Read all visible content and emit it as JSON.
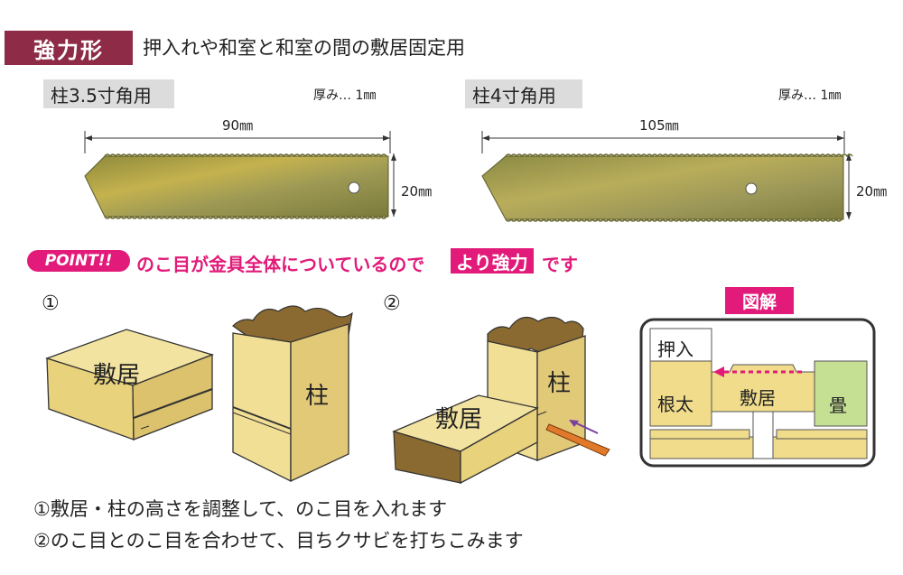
{
  "header": {
    "badge": "強力形",
    "description": "押入れや和室と和室の間の敷居固定用"
  },
  "products": [
    {
      "label": "柱3.5寸角用",
      "thickness": "厚み… 1㎜",
      "width": "90㎜",
      "height": "20㎜"
    },
    {
      "label": "柱4寸角用",
      "thickness": "厚み… 1㎜",
      "width": "105㎜",
      "height": "20㎜"
    }
  ],
  "point": {
    "badge": "POINT!!",
    "text_before": "のこ目が金具全体についているので",
    "emphasis": "より強力",
    "text_after": "です"
  },
  "steps": {
    "step1_number": "①",
    "step2_number": "②",
    "shikii": "敷居",
    "hashira": "柱"
  },
  "diagram": {
    "title": "図解",
    "oshiire": "押入",
    "neda": "根太",
    "shikii": "敷居",
    "tatami": "畳"
  },
  "notes": [
    "①敷居・柱の高さを調整して、のこ目を入れます",
    "②のこ目とのこ目を合わせて、目ちクサビを打ちこみます"
  ],
  "colors": {
    "header_badge": "#8e2b47",
    "accent_pink": "#e21a79",
    "wood": "#f0dc8a",
    "tatami_green": "#c5df93",
    "metal": "#b7a452"
  }
}
